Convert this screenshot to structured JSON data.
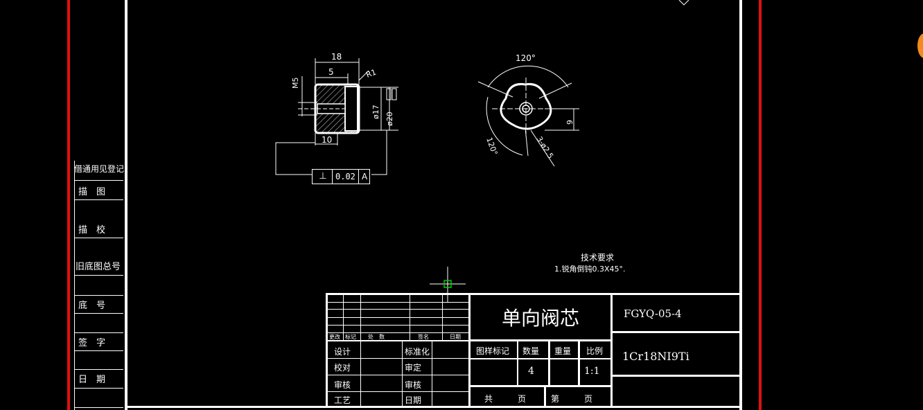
{
  "colors": {
    "background": "#000000",
    "frame": "#ffffff",
    "border_red": "#e01010",
    "cursor": "#00cc00",
    "tab_orange": "#f28a1c"
  },
  "side_column": {
    "labels": [
      "借通用见登记",
      "描　图",
      "描　校",
      "旧底图总号",
      "底　号",
      "签　字",
      "日　期"
    ]
  },
  "drawing": {
    "left_view": {
      "dim_top": "18",
      "dim_inner": "5",
      "dim_radius": "R1",
      "dim_thread": "M5",
      "dim_d17": "ø17",
      "dim_d20": "ø20",
      "dim_bottom": "10"
    },
    "tolerance": {
      "symbol": "⊥",
      "value": "0.02",
      "datum": "A"
    },
    "right_view": {
      "angle_top": "120°",
      "angle_left": "120°",
      "dim_holes": "3-ø2.5",
      "dim_side": "9"
    },
    "notes": {
      "title": "技术要求",
      "line1": "1.锐角倒钝0.3X45°."
    }
  },
  "title_block": {
    "part_name": "单向阀芯",
    "drawing_no": "FGYQ-05-4",
    "material": "1Cr18NI9Ti",
    "revision_headers": [
      "更改",
      "标记",
      "处　数",
      "签名",
      "日期"
    ],
    "sign_rows": [
      {
        "left": "设计",
        "right": "标准化"
      },
      {
        "left": "校对",
        "right": "审定"
      },
      {
        "left": "审核",
        "right": "审核"
      },
      {
        "left": "工艺",
        "right": "日期"
      }
    ],
    "attr_headers": [
      "图样标记",
      "数量",
      "重量",
      "比例"
    ],
    "quantity": "4",
    "scale": "1:1",
    "sheets_total_label": "共　　　页",
    "sheet_label": "第　　　页"
  }
}
